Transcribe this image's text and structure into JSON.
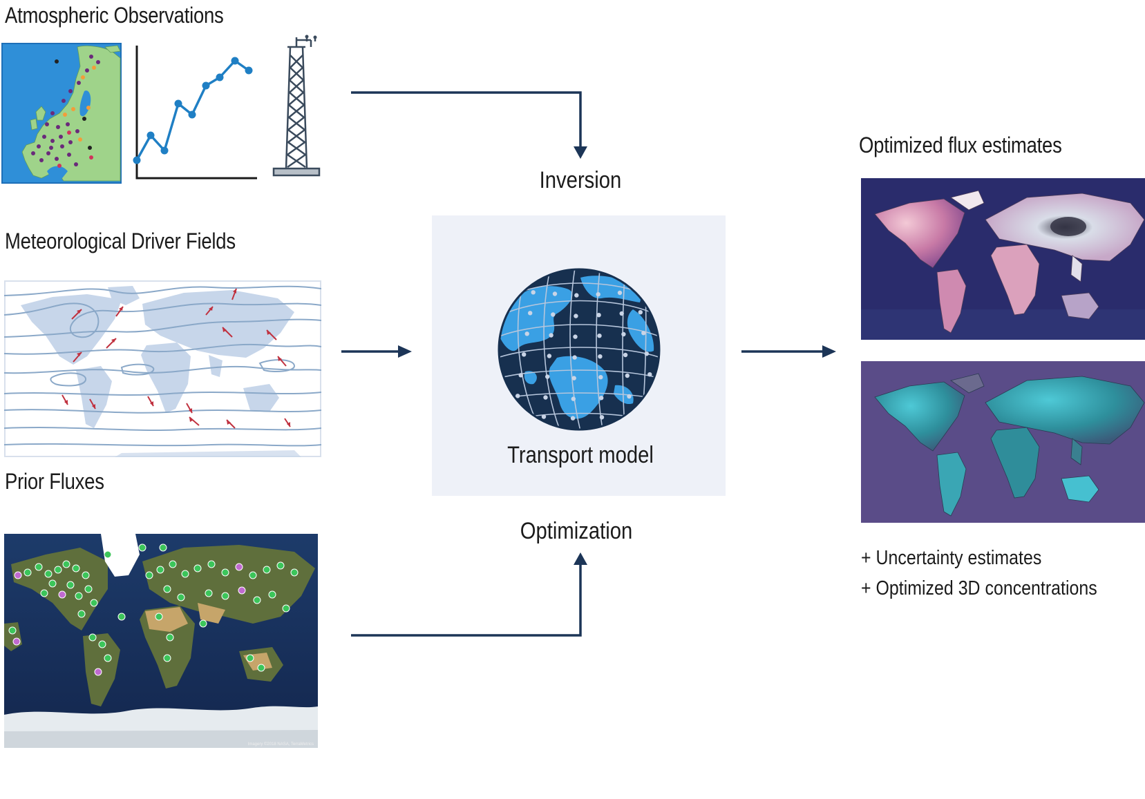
{
  "inputs": {
    "atmospheric": {
      "title": "Atmospheric Observations"
    },
    "meteorological": {
      "title": "Meteorological Driver Fields"
    },
    "prior": {
      "title": "Prior Fluxes",
      "attribution": "Imagery ©2018 NASA, TerraMetrics"
    }
  },
  "process": {
    "inversion_label": "Inversion",
    "model_label": "Transport model",
    "optimization_label": "Optimization"
  },
  "outputs": {
    "title": "Optimized flux estimates",
    "extras": [
      "+ Uncertainty estimates",
      "+ Optimized 3D concentrations"
    ]
  },
  "colors": {
    "arrow": "#1c3557",
    "europe_sea": "#2f8fd8",
    "land_green": "#9fd38a",
    "globe_dark": "#17304f",
    "globe_land": "#3aa0e4",
    "panel_bg": "#eef1f8",
    "flux_bg_top": "#272b6a",
    "flux_bg_bottom": "#554a86"
  },
  "icons": [
    "europe-station-map-icon",
    "time-series-chart-icon",
    "measurement-tower-icon",
    "globe-grid-icon"
  ]
}
